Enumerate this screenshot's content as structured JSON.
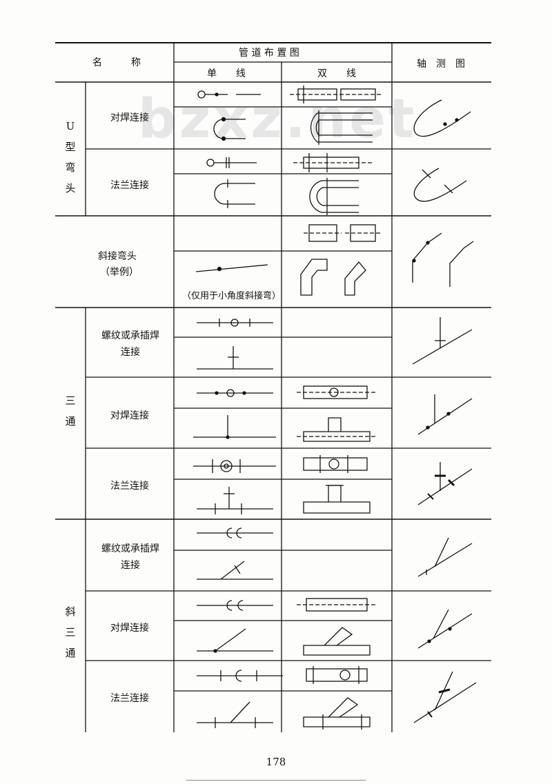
{
  "header": {
    "name_label": "名　　　称",
    "layout_label": "管 道 布 置 图",
    "single_label": "单　　线",
    "double_label": "双　　线",
    "iso_label": "轴　测　图"
  },
  "groups": {
    "u_bend": "U型弯头",
    "miter": "斜接弯头",
    "miter_note": "（举例）",
    "miter_caption": "（仅用于小角度斜接弯）",
    "tee": "三通",
    "lateral": "斜三通"
  },
  "rows": {
    "butt_weld": "对焊连接",
    "flange": "法兰连接",
    "thread_socket_line1": "螺纹或承插焊",
    "thread_socket_line2": "连接"
  },
  "watermark": "bzxz.net",
  "page_number": "178"
}
